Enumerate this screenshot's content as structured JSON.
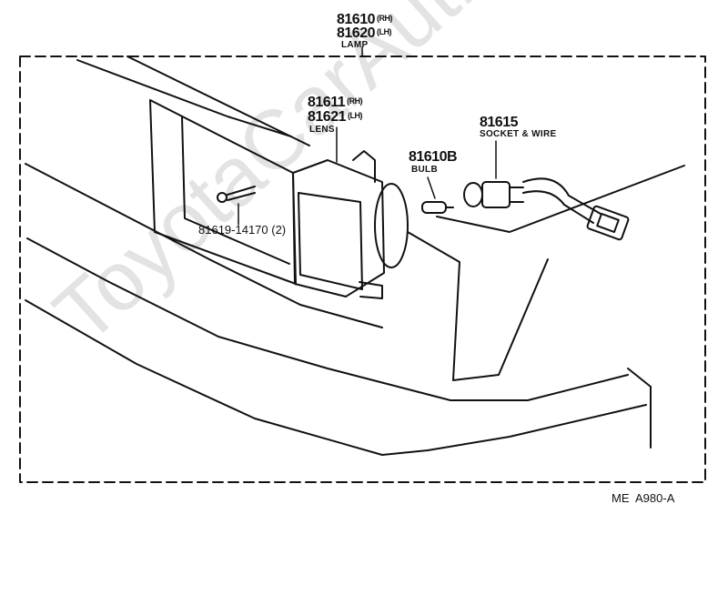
{
  "watermark": "ToyotaCarAuthority.ru",
  "lamp": {
    "part_rh": "81610",
    "side_rh": "(RH)",
    "part_lh": "81620",
    "side_lh": "(LH)",
    "caption": "LAMP"
  },
  "lens": {
    "part_rh": "81611",
    "side_rh": "(RH)",
    "part_lh": "81621",
    "side_lh": "(LH)",
    "caption": "LENS"
  },
  "bulb": {
    "part": "81610B",
    "caption": "BULB"
  },
  "socket": {
    "part": "81615",
    "caption": "SOCKET & WIRE"
  },
  "screw": {
    "label": "81619-14170 (2)"
  },
  "figure_code": "ME  A980-A",
  "colors": {
    "line": "#111111",
    "watermark": "#e3e3e3"
  }
}
